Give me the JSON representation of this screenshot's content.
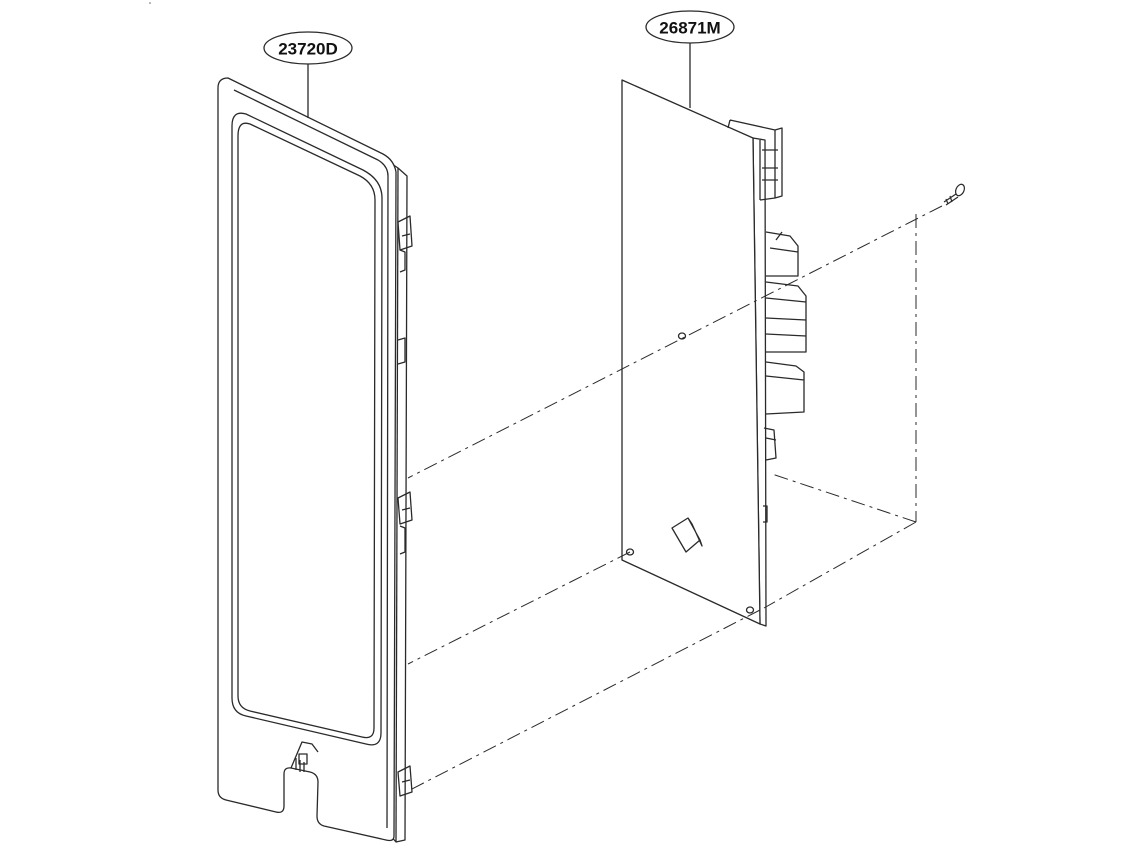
{
  "colors": {
    "line": "#2a2a2a",
    "panel_fill": "#ffffff",
    "window_fill": "#ffffff"
  },
  "callouts": [
    {
      "id": "front-panel",
      "label": "23720D"
    },
    {
      "id": "pcb-assembly",
      "label": "26871M"
    }
  ]
}
